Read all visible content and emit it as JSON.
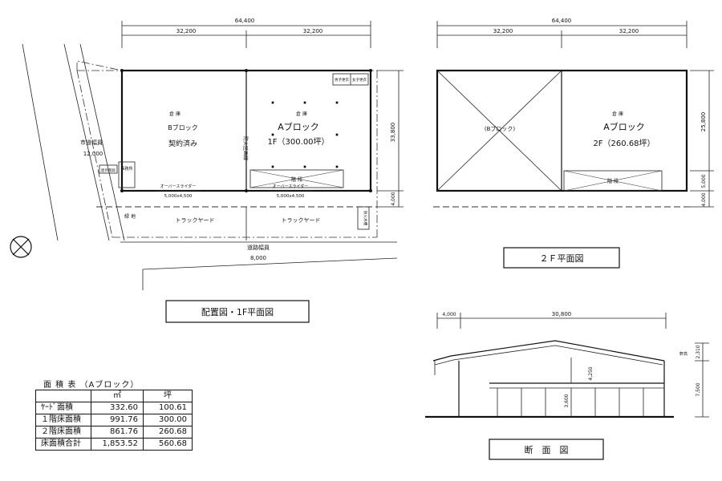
{
  "plan1f": {
    "dim_total": "64,400",
    "dim_left": "32,200",
    "dim_right": "32,200",
    "dim_depth": "33,800",
    "dim_yard": "4,000",
    "block_b_use": "倉 庫",
    "block_b_name": "Bブロック",
    "block_b_status": "契約済み",
    "block_a_use": "倉 庫",
    "block_a_name": "Aブロック",
    "block_a_floor": "1F（300.00坪）",
    "fire_shutter": "防火区画線",
    "stair_label": "階 段",
    "door_b_label": "オーバースライダー",
    "door_b_size": "5,000x4,500",
    "door_a_label": "オーバースライダー",
    "door_a_size": "5,000x4,500",
    "truck_yard_1": "トラックヤード",
    "truck_yard_2": "トラックヤード",
    "city_road_label": "市道幅員",
    "city_road_width": "12,000",
    "road_label": "道路幅員",
    "road_width": "8,000",
    "site_label": "緑 地",
    "office_label": "事務所",
    "guard_label": "屋外階段",
    "room_a": "男子更衣",
    "room_b": "女子更衣",
    "hydrant_label": "防火水槽"
  },
  "plan2f": {
    "dim_total": "64,400",
    "dim_left": "32,200",
    "dim_right": "32,200",
    "dim_depth": "25,800",
    "dim_yard": "5,000",
    "dim_bottom": "4,000",
    "block_b_label": "(Bブロック)",
    "block_a_use": "倉 庫",
    "block_a_name": "Aブロック",
    "block_a_floor": "2F（260.68坪）",
    "stair_label": "階 段"
  },
  "titles": {
    "plan1f": "配置図・1F平面図",
    "plan2f": "２Ｆ平面図",
    "section": "断　面　図"
  },
  "section": {
    "dim_left": "4,000",
    "dim_main": "30,800",
    "dim_h1": "3,600",
    "dim_h2": "4,250",
    "dim_total_h": "7,500",
    "dim_top": "2,310",
    "roof_label": "軒高"
  },
  "area_table": {
    "caption": "面 積 表 （Aブロック）",
    "col_m2": "㎡",
    "col_tsubo": "坪",
    "rows": [
      {
        "label": "ﾔｰﾄﾞ面積",
        "m2": "332.60",
        "tsubo": "100.61"
      },
      {
        "label": "１階床面積",
        "m2": "991.76",
        "tsubo": "300.00"
      },
      {
        "label": "２階床面積",
        "m2": "861.76",
        "tsubo": "260.68"
      },
      {
        "label": "床面積合計",
        "m2": "1,853.52",
        "tsubo": "560.68"
      }
    ]
  }
}
